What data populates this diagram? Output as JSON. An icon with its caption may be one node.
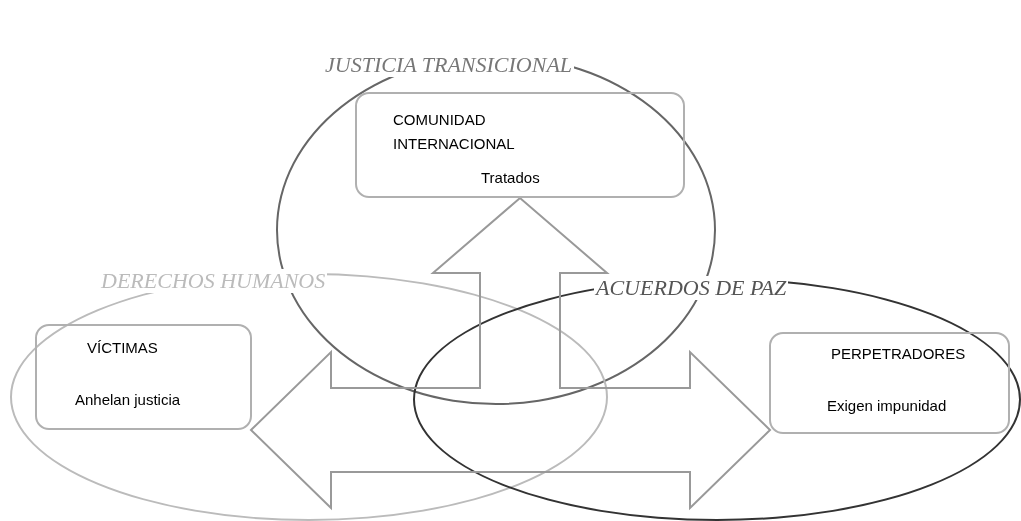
{
  "diagram": {
    "nodes": [
      {
        "text": [
          "JUSTICIA TRANSICIONAL"
        ]
      },
      {
        "text": [
          "COMUNIDAD INTERNACIONAL",
          "Tratados"
        ],
        "in": 0
      },
      {
        "text": [
          "DERECHOS HUMANOS"
        ]
      },
      {
        "text": [
          "VÍCTIMAS",
          "Anhelan justicia"
        ],
        "in": 2
      },
      {
        "text": [
          "ACUERDOS DE PAZ"
        ]
      },
      {
        "text": [
          "PERPETRADORES",
          "Exigen impunidad"
        ],
        "in": 4
      }
    ],
    "edges": [
      {
        "from": 3,
        "to": 5,
        "arrow": "both"
      },
      {
        "from": null,
        "to": 1,
        "arrow": "to"
      }
    ]
  }
}
